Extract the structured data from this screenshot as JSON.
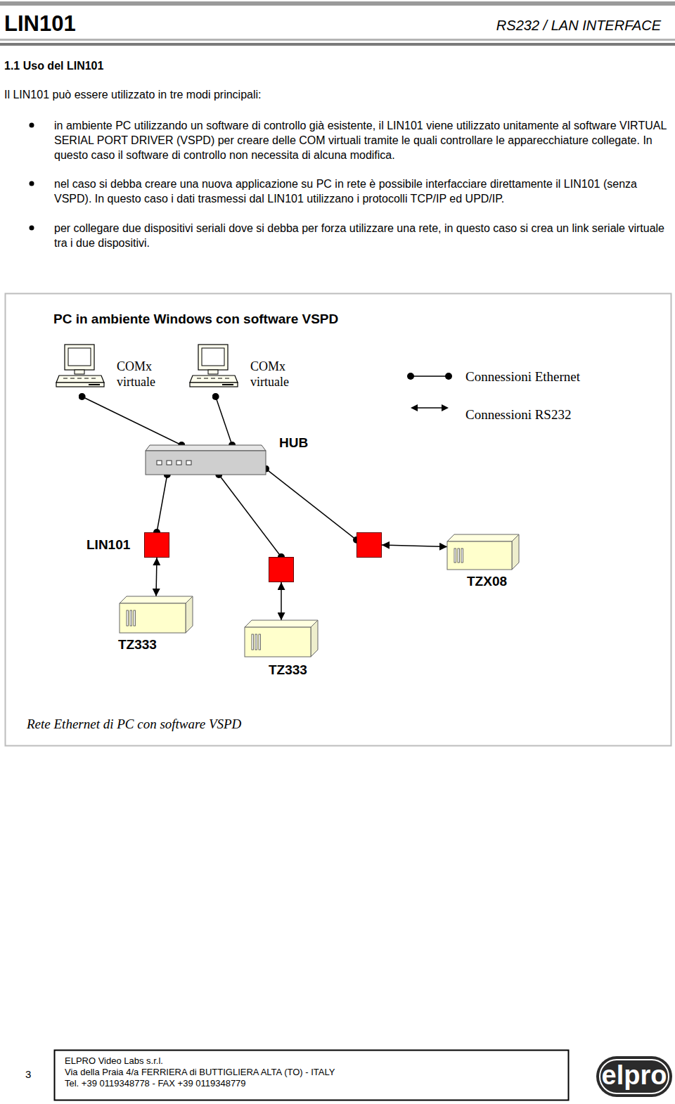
{
  "diagram": {
    "title": "PC in ambiente Windows con software VSPD",
    "caption": "Rete Ethernet di PC con software VSPD",
    "nodes": [
      {
        "text": [
          "COMx virtuale"
        ]
      },
      {
        "text": [
          "COMx virtuale"
        ]
      },
      {
        "text": [
          "HUB"
        ]
      },
      {
        "text": [
          "LIN101"
        ]
      },
      {
        "text": []
      },
      {
        "text": []
      },
      {
        "text": [
          "TZ333"
        ]
      },
      {
        "text": [
          "TZ333"
        ]
      },
      {
        "text": [
          "TZX08"
        ]
      }
    ],
    "edges": [
      {
        "from": 0,
        "to": 2,
        "arrow": "none"
      },
      {
        "from": 1,
        "to": 2,
        "arrow": "none"
      },
      {
        "from": 2,
        "to": 3,
        "arrow": "none"
      },
      {
        "from": 2,
        "to": 4,
        "arrow": "none"
      },
      {
        "from": 2,
        "to": 5,
        "arrow": "none"
      },
      {
        "from": 3,
        "to": 6,
        "arrow": "both"
      },
      {
        "from": 4,
        "to": 7,
        "arrow": "both"
      },
      {
        "from": 5,
        "to": 8,
        "arrow": "both"
      }
    ],
    "labels": [
      "LIN101",
      "RS232 / LAN INTERFACE",
      "1.1 Uso del LIN101",
      "Il LIN101 può essere utilizzato in tre modi principali:",
      "in ambiente PC utilizzando un software di controllo già esistente, il LIN101 viene utilizzato unitamente al software VIRTUAL SERIAL PORT DRIVER (VSPD) per creare delle COM virtuali tramite le quali controllare le apparecchiature collegate. In questo caso il software di controllo non necessita di alcuna modifica.",
      "nel caso si debba creare una nuova applicazione su PC in rete è possibile interfacciare direttamente il LIN101 (senza VSPD). In questo caso i dati trasmessi dal LIN101 utilizzano i protocolli TCP/IP ed UPD/IP.",
      "per collegare due dispositivi seriali dove si debba per forza utilizzare una rete, in questo caso si crea un link seriale virtuale tra i due dispositivi.",
      "3",
      "ELPRO Video Labs s.r.l.",
      "Via della Praia 4/a FERRIERA di BUTTIGLIERA ALTA (TO) - ITALY",
      "Tel. +39 0119348778 - FAX +39 0119348779",
      "elpro"
    ],
    "legend": [
      {
        "text": "Connessioni Ethernet"
      },
      {
        "text": "Connessioni RS232"
      }
    ]
  }
}
